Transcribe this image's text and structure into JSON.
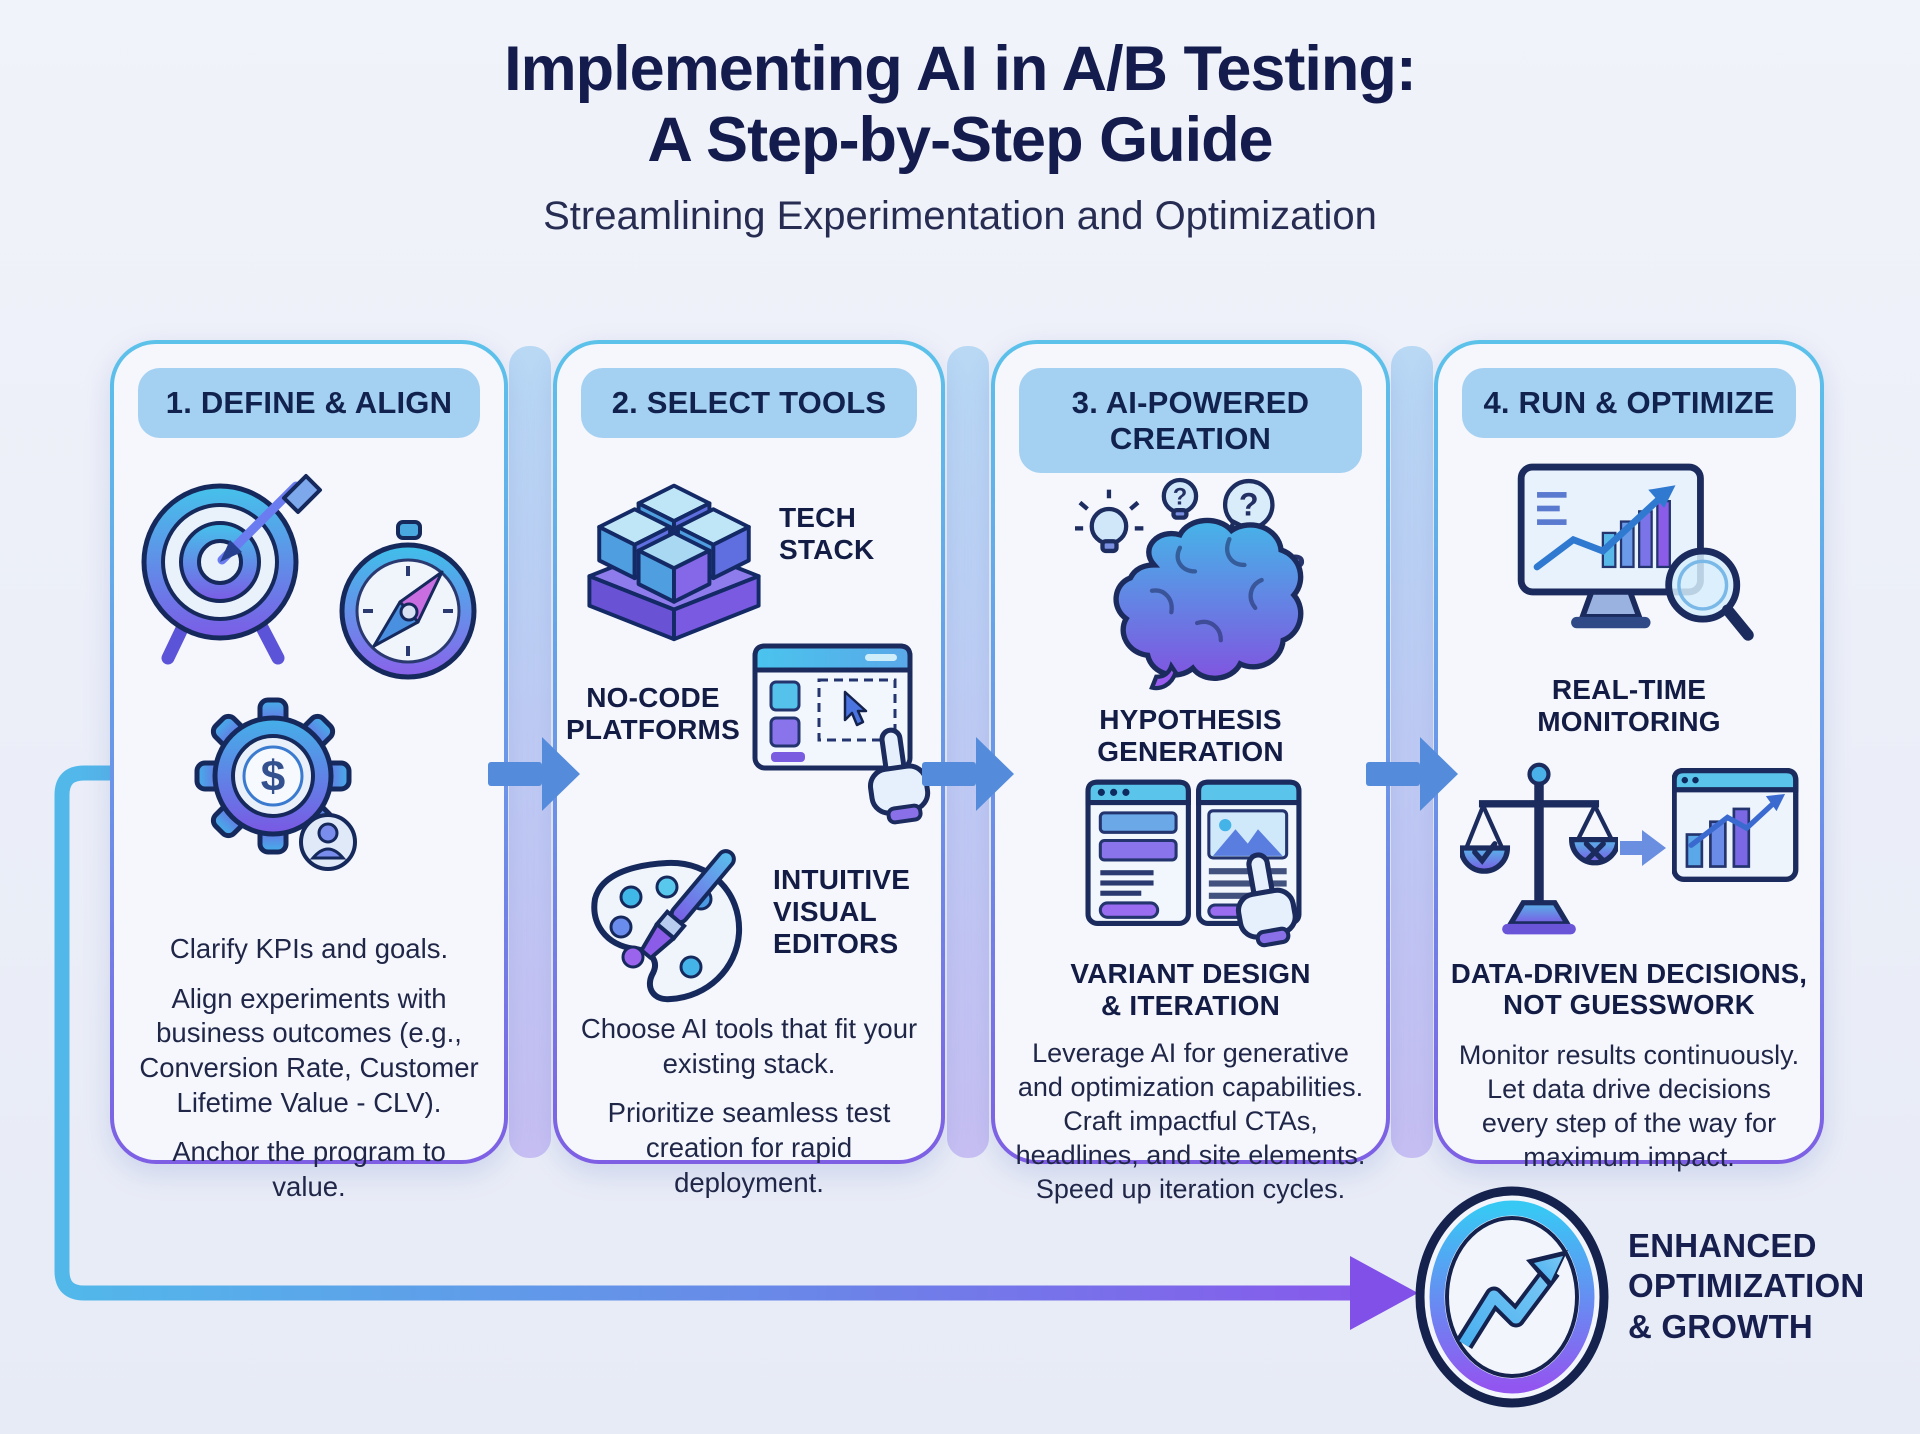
{
  "title": {
    "line1": "Implementing AI in A/B Testing:",
    "line2": "A Step-by-Step Guide",
    "subtitle": "Streamlining Experimentation and Optimization"
  },
  "steps": [
    {
      "header": "1. DEFINE & ALIGN",
      "icons": [
        "target-icon",
        "compass-icon",
        "gear-dollar-icon"
      ],
      "paragraphs": [
        "Clarify KPIs and goals.",
        "Align experiments with business outcomes (e.g., Conversion Rate, Customer Lifetime Value - CLV).",
        "Anchor the program to value."
      ]
    },
    {
      "header": "2. SELECT TOOLS",
      "labels": {
        "tech_stack": "TECH\nSTACK",
        "no_code": "NO-CODE\nPLATFORMS",
        "editors": "INTUITIVE\nVISUAL\nEDITORS"
      },
      "icons": [
        "tech-stack-icon",
        "no-code-editor-icon",
        "palette-icon"
      ],
      "paragraphs": [
        "Choose AI tools that fit your existing stack.",
        "Prioritize seamless test creation for rapid deployment."
      ]
    },
    {
      "header": "3. AI-POWERED CREATION",
      "labels": {
        "hypothesis": "HYPOTHESIS\nGENERATION",
        "variant": "VARIANT DESIGN\n& ITERATION"
      },
      "icons": [
        "brain-ideas-icon",
        "variant-design-icon"
      ],
      "paragraphs": [
        "Leverage AI for generative and optimization capabilities. Craft impactful CTAs, headlines, and site elements. Speed up iteration cycles."
      ]
    },
    {
      "header": "4. RUN & OPTIMIZE",
      "labels": {
        "monitoring": "REAL-TIME\nMONITORING",
        "decisions": "DATA-DRIVEN DECISIONS,\nNOT GUESSWORK"
      },
      "icons": [
        "monitor-chart-icon",
        "balance-scale-icon",
        "mini-chart-icon"
      ],
      "paragraphs": [
        "Monitor results continuously. Let data drive decisions every step of the way for maximum impact."
      ]
    }
  ],
  "outcome": {
    "label": "ENHANCED\nOPTIMIZATION\n& GROWTH"
  },
  "colors": {
    "background": "#ecEFf8",
    "navy_text": "#141b4d",
    "pill_bg": "#a4d0f2",
    "card_border_top": "#5cc2ea",
    "card_border_bottom": "#7e5fe4",
    "flow_arrow_blue": "#548cdb",
    "connector_blue": "#52b8ea",
    "connector_purple": "#8a55ec"
  }
}
